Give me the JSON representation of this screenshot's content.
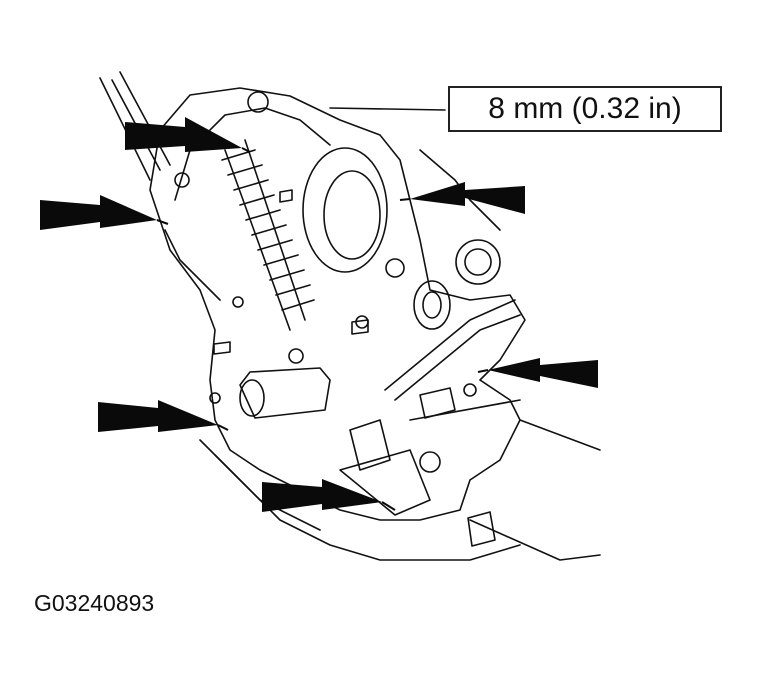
{
  "callout": {
    "text": "8 mm (0.32 in)"
  },
  "figure": {
    "id": "G03240893"
  },
  "colors": {
    "ink": "#111111",
    "paper": "#ffffff",
    "arrow": "#0a0a0a"
  },
  "arrows": [
    {
      "name": "arrow-upper-left"
    },
    {
      "name": "arrow-left"
    },
    {
      "name": "arrow-upper-right"
    },
    {
      "name": "arrow-right"
    },
    {
      "name": "arrow-lower-left"
    },
    {
      "name": "arrow-bottom"
    }
  ]
}
